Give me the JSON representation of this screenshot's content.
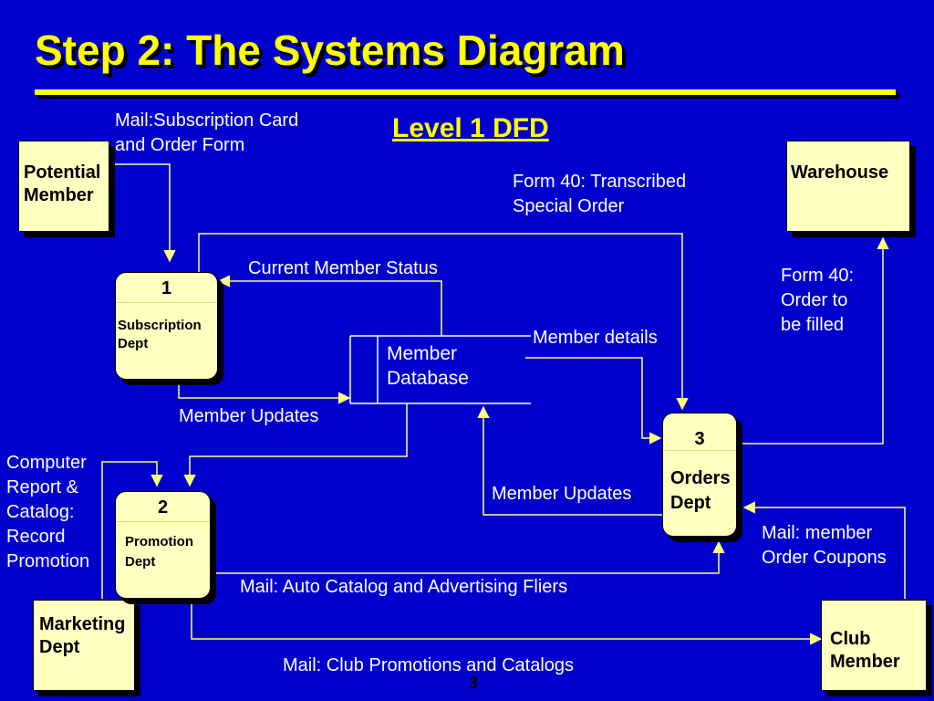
{
  "title": "Step 2:  The Systems Diagram",
  "subtitle": "Level 1 DFD",
  "page_number": "3",
  "colors": {
    "background": "#0000cc",
    "title": "#ffff00",
    "box_fill": "#ffffc0",
    "flow_line": "#ffff80",
    "label_text": "#ffffff"
  },
  "entities": {
    "potential_member": [
      "Potential",
      "Member"
    ],
    "warehouse": [
      "Warehouse"
    ],
    "marketing_dept": [
      "Marketing",
      "Dept"
    ],
    "club_member": [
      "Club",
      "Member"
    ]
  },
  "processes": {
    "p1": {
      "number": "1",
      "name": [
        "Subscription",
        "Dept"
      ]
    },
    "p2": {
      "number": "2",
      "name": [
        "Promotion",
        "Dept"
      ]
    },
    "p3": {
      "number": "3",
      "name": [
        "Orders",
        "Dept"
      ]
    }
  },
  "data_store": {
    "name": [
      "Member",
      "Database"
    ]
  },
  "flows": {
    "mail_subscription": [
      "Mail:Subscription Card",
      "and Order Form"
    ],
    "form40_transcribed": [
      "Form 40:  Transcribed",
      "Special Order"
    ],
    "current_member_status": "Current Member Status",
    "form40_order": [
      "Form 40:",
      "Order to",
      "be filled"
    ],
    "member_details": "Member details",
    "member_updates_1": "Member Updates",
    "computer_report": [
      "Computer",
      "Report &",
      "Catalog:",
      "Record",
      "Promotion"
    ],
    "member_updates_2": "Member Updates",
    "mail_coupons": [
      "Mail: member",
      "Order Coupons"
    ],
    "mail_auto_catalog": "Mail:  Auto Catalog and Advertising Fliers",
    "mail_club_promotions": "Mail:  Club Promotions and Catalogs"
  }
}
